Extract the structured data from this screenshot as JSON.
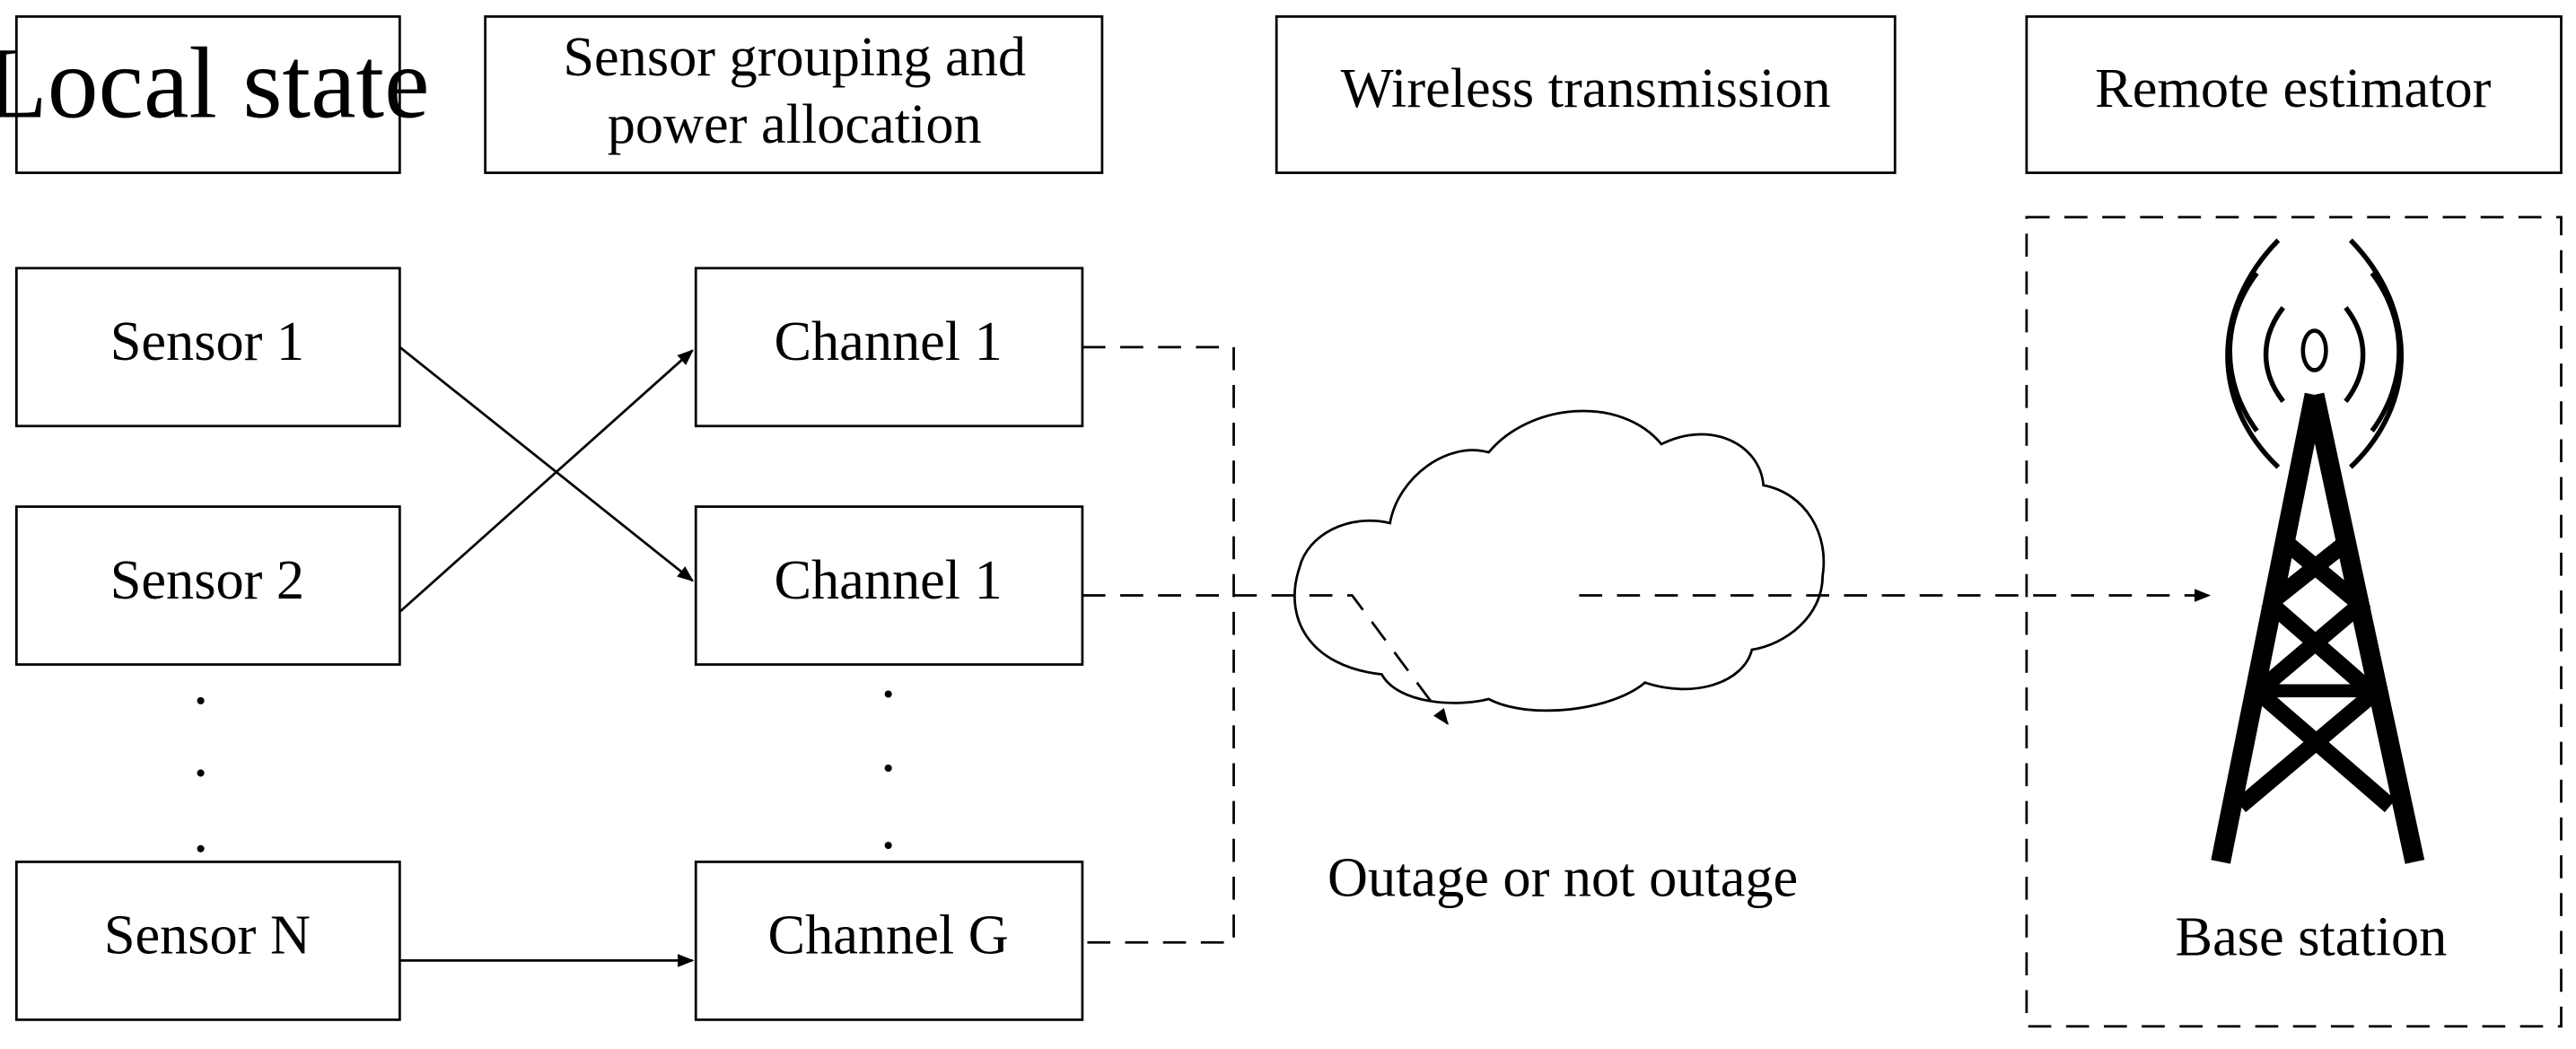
{
  "headers": {
    "local_state": "Local state",
    "grouping_line1": "Sensor grouping and",
    "grouping_line2": "power allocation",
    "wireless": "Wireless transmission",
    "remote": "Remote estimator"
  },
  "sensors": [
    "Sensor 1",
    "Sensor 2",
    "Sensor N"
  ],
  "channels": [
    "Channel 1",
    "Channel 1",
    "Channel G"
  ],
  "cloud_caption": "Outage or not outage",
  "base_station": "Base station"
}
